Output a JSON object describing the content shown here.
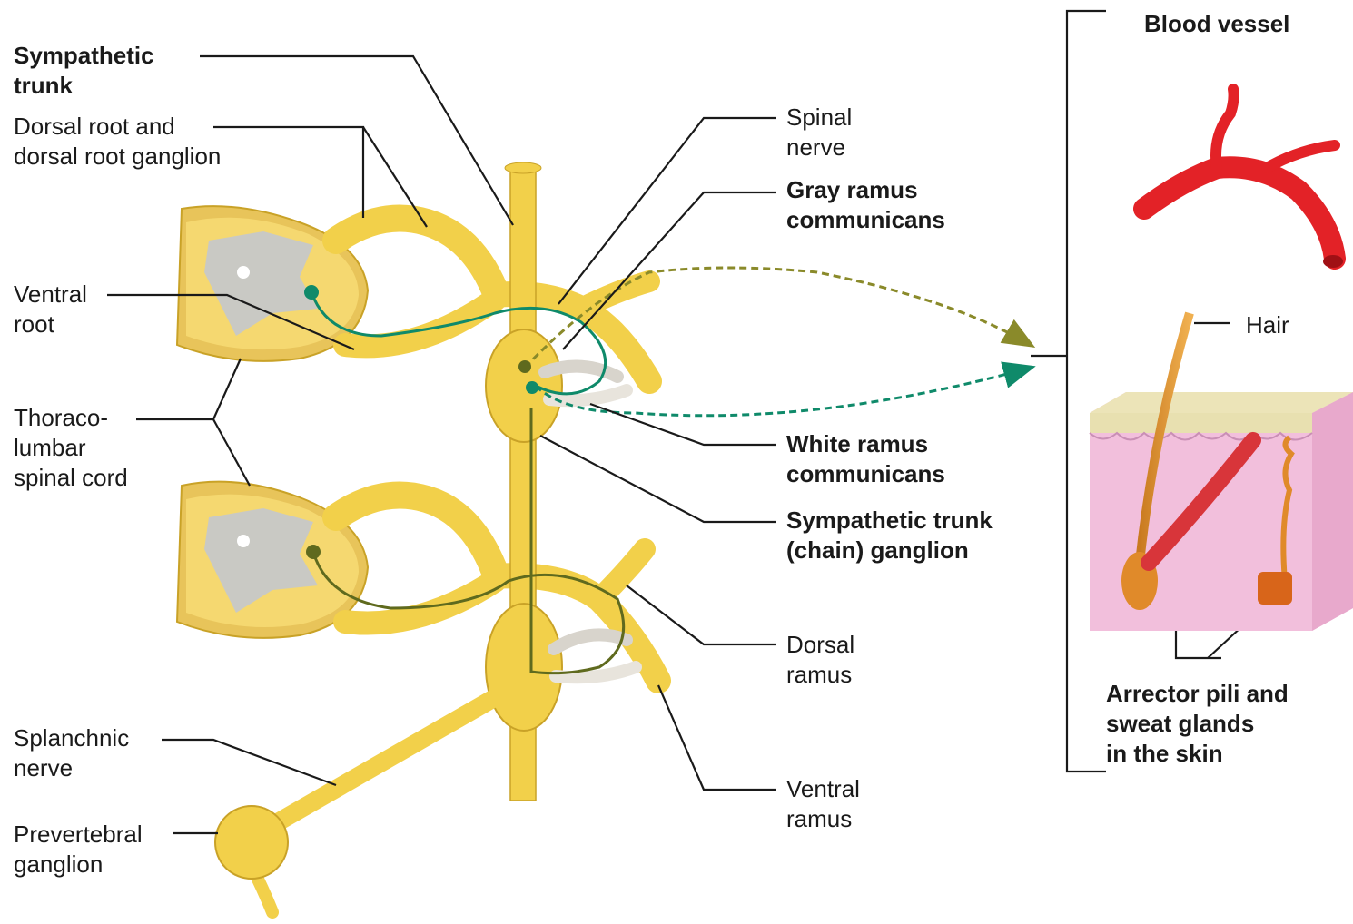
{
  "labels": {
    "sympathetic_trunk": [
      "Sympathetic",
      "trunk"
    ],
    "dorsal_root": [
      "Dorsal root and",
      "dorsal root ganglion"
    ],
    "ventral_root": [
      "Ventral",
      "root"
    ],
    "thoracolumbar": [
      "Thoraco-",
      "lumbar",
      "spinal cord"
    ],
    "splanchnic_nerve": [
      "Splanchnic",
      "nerve"
    ],
    "prevertebral_ganglion": [
      "Prevertebral",
      "ganglion"
    ],
    "spinal_nerve": [
      "Spinal",
      "nerve"
    ],
    "gray_ramus": [
      "Gray ramus",
      "communicans"
    ],
    "white_ramus": [
      "White ramus",
      "communicans"
    ],
    "chain_ganglion": [
      "Sympathetic trunk",
      "(chain) ganglion"
    ],
    "dorsal_ramus": [
      "Dorsal",
      "ramus"
    ],
    "ventral_ramus": [
      "Ventral",
      "ramus"
    ],
    "blood_vessel": [
      "Blood vessel"
    ],
    "hair": [
      "Hair"
    ],
    "arrector_pili": [
      "Arrector pili and",
      "sweat glands",
      "in the skin"
    ]
  },
  "colors": {
    "nerve": "#f2d04a",
    "nerve_outline": "#c9a227",
    "gray_matter": "#c9c9c4",
    "preganglionic": "#5f6a1e",
    "postganglionic": "#0f8a6a",
    "blood_vessel": "#e32227",
    "skin": "#f2bfdc",
    "epidermis": "#e8e0b0"
  }
}
